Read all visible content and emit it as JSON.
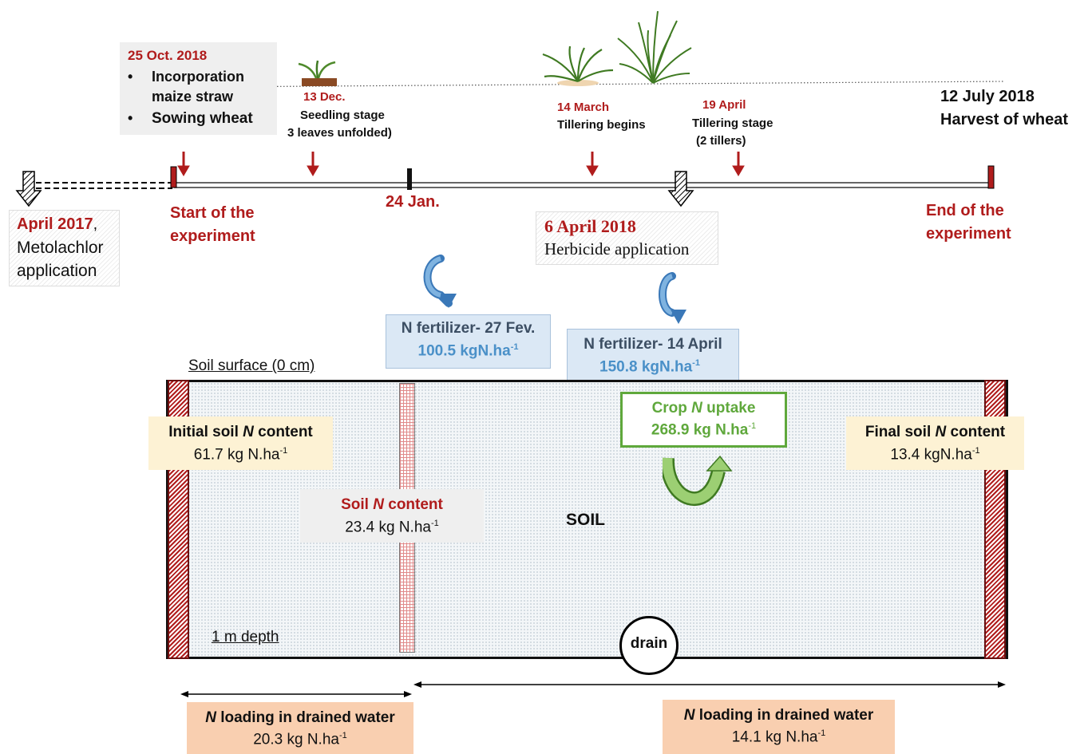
{
  "colors": {
    "red": "#b01c1c",
    "blue": "#4a90c8",
    "green": "#5fa83c",
    "yellow_fill": "#fdf2d4",
    "orange_fill": "#f9cfb0"
  },
  "timeline": {
    "sowing_box": {
      "date": "25 Oct. 2018",
      "item1": "Incorporation",
      "item1b": "maize straw",
      "item2": "Sowing wheat",
      "bullet": "•"
    },
    "seedling": {
      "date": "13 Dec.",
      "line1": "Seedling stage",
      "line2": "3 leaves unfolded)"
    },
    "tillering_begins": {
      "date": "14 March",
      "label": "Tillering begins"
    },
    "tillering_stage": {
      "date": "19 April",
      "line1": "Tillering stage",
      "line2": "(2 tillers)"
    },
    "harvest": {
      "line1": "12 July 2018",
      "line2": "Harvest of wheat"
    },
    "metolachlor": {
      "date": "April 2017",
      "comma": ",",
      "line1": "Metolachlor",
      "line2": "application"
    },
    "start": {
      "line1": "Start of the",
      "line2": "experiment"
    },
    "jan": {
      "label": "24 Jan."
    },
    "herbicide": {
      "date": "6 April 2018",
      "label": "Herbicide application"
    },
    "end": {
      "line1": "End of the",
      "line2": "experiment"
    }
  },
  "fertilizer1": {
    "label": "N fertilizer- 27 Fev.",
    "value": "100.5 kgN.ha",
    "sup": "-1"
  },
  "fertilizer2": {
    "label": "N fertilizer- 14 April",
    "value": "150.8 kgN.ha",
    "sup": "-1"
  },
  "soil": {
    "surface_label": "Soil surface (0 cm)",
    "depth_label": "1 m depth",
    "center_label": "SOIL",
    "drain_label": "drain"
  },
  "initial_soil": {
    "pre": "Initial soil ",
    "n": "N",
    "post": " content",
    "value": "61.7 kg N.ha",
    "sup": "-1"
  },
  "mid_soil": {
    "pre": "Soil ",
    "n": "N",
    "post": " content",
    "value": "23.4 kg N.ha",
    "sup": "-1"
  },
  "crop_uptake": {
    "pre": "Crop ",
    "n": "N",
    "post": " uptake",
    "value": "268.9  kg N.ha",
    "sup": "-1"
  },
  "final_soil": {
    "pre": "Final soil ",
    "n": "N",
    "post": " content",
    "value": "13.4 kgN.ha",
    "sup": "-1"
  },
  "drained_left": {
    "n": "N",
    "post": " loading in drained water",
    "value": "20.3 kg N.ha",
    "sup": "-1"
  },
  "drained_right": {
    "n": "N",
    "post": " loading in drained water",
    "value": "14.1 kg N.ha",
    "sup": "-1"
  }
}
